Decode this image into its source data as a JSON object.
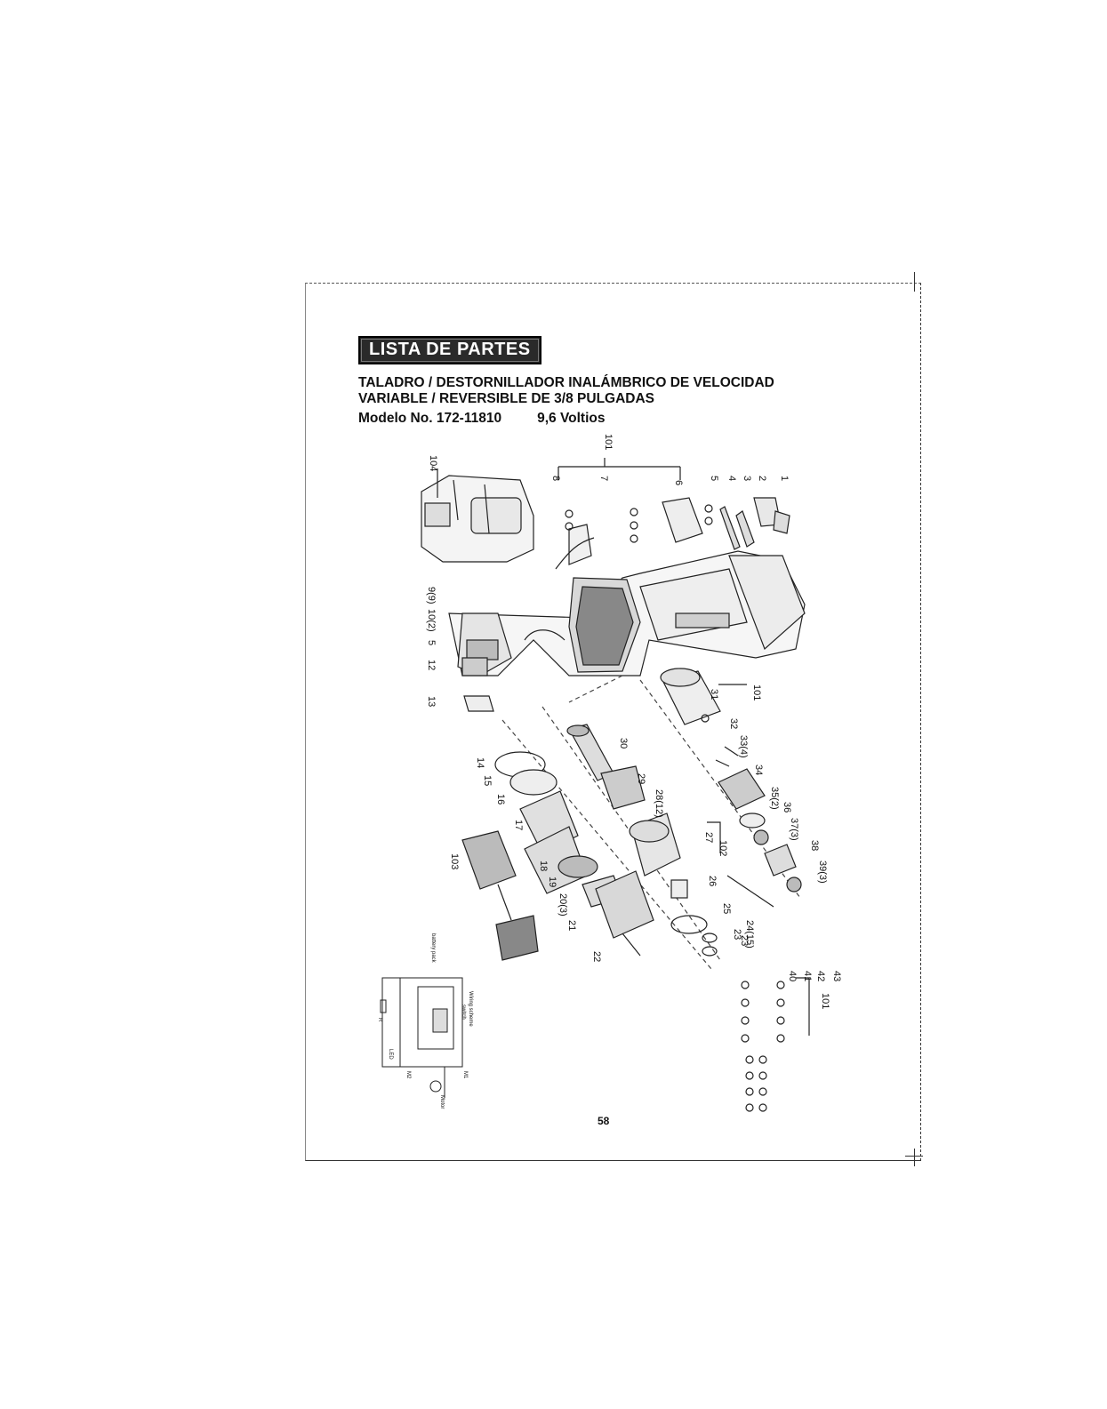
{
  "section_banner": "LISTA DE PARTES",
  "title_line1": "TALADRO / DESTORNILLADOR INALÁMBRICO DE VELOCIDAD",
  "title_line2": "VARIABLE / REVERSIBLE DE 3/8 PULGADAS",
  "model_label": "Modelo No. 172-11810",
  "voltage": "9,6 Voltios",
  "page_number": "58",
  "wiring": {
    "title": "Wiring scheme",
    "subtitle": "switch",
    "battery": "battery pack",
    "led": "LED",
    "motor": "Motor",
    "r": "R",
    "m1": "M1",
    "m2": "M2"
  },
  "part_labels": [
    "1",
    "2",
    "3",
    "4",
    "5",
    "6",
    "7",
    "8",
    "9(9)",
    "10(2)",
    "5",
    "12",
    "13",
    "14",
    "15",
    "16",
    "17",
    "18",
    "19",
    "20(3)",
    "21",
    "22",
    "23",
    "23",
    "24(15)",
    "25",
    "26",
    "27",
    "28(12)",
    "29",
    "30",
    "31",
    "32",
    "33(4)",
    "34",
    "35(2)",
    "36",
    "37(3)",
    "38",
    "39(3)",
    "40",
    "41",
    "42",
    "43",
    "101",
    "101",
    "101",
    "102",
    "103",
    "104"
  ]
}
